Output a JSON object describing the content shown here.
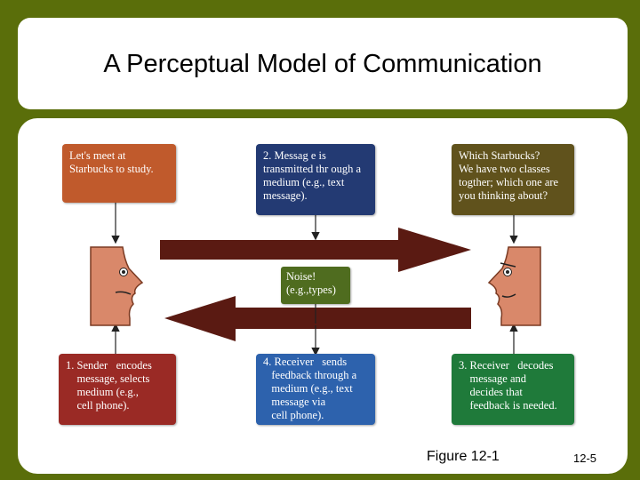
{
  "title": "A Perceptual Model of Communication",
  "boxes": {
    "sender_message": [
      "Let's meet at",
      "Starbucks to study."
    ],
    "transmit": [
      "2. Messag e is",
      "transmitted thr ough a",
      "medium (e.g., text",
      "message)."
    ],
    "receiver_question": [
      "Which Starbucks?",
      "We have two classes",
      "togther; which one are",
      "you thinking about?"
    ],
    "noise": [
      "Noise!",
      "(e.g.,types)"
    ],
    "encode": [
      "1. Sender   encodes",
      "    message, selects",
      "    medium (e.g.,",
      "    cell phone)."
    ],
    "feedback": [
      "4. Receiver   sends",
      "   feedback through a",
      "   medium (e.g., text",
      "   message via",
      "   cell phone)."
    ],
    "decode": [
      "3. Receiver   decodes",
      "    message and",
      "    decides that",
      "    feedback is needed."
    ]
  },
  "colors": {
    "background": "#5a6e0a",
    "arrow": "#5a1a12",
    "face": "#d9886a"
  },
  "footer": {
    "figure": "Figure 12-1",
    "page": "12-5"
  }
}
